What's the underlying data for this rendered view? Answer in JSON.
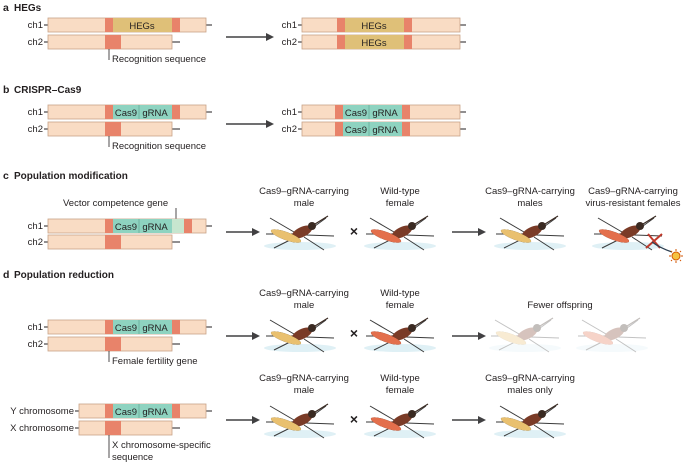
{
  "colors": {
    "chromosome": "#f9dcc4",
    "chromosome_stroke": "#c8a388",
    "recognition": "#e8836a",
    "hegs": "#dfc078",
    "cas9": "#8ed3c0",
    "arrow": "#414042",
    "wing_carrier": "#e9c06f",
    "wing_wildtype": "#e36f4c"
  },
  "panels": {
    "a": {
      "letter": "a",
      "title": "HEGs",
      "ch1": "ch1",
      "ch2": "ch2",
      "insert": "HEGs",
      "note": "Recognition sequence"
    },
    "b": {
      "letter": "b",
      "title": "CRISPR–Cas9",
      "ch1": "ch1",
      "ch2": "ch2",
      "cas9": "Cas9",
      "grna": "gRNA",
      "note": "Recognition sequence"
    },
    "c": {
      "letter": "c",
      "title": "Population modification",
      "ch1": "ch1",
      "ch2": "ch2",
      "cas9": "Cas9",
      "grna": "gRNA",
      "note": "Vector competence gene",
      "male_line1": "Cas9–gRNA-carrying",
      "male_line2": "male",
      "female_line1": "Wild-type",
      "female_line2": "female",
      "cross": "×",
      "result1_line1": "Cas9–gRNA-carrying",
      "result1_line2": "males",
      "result2_line1": "Cas9–gRNA-carrying",
      "result2_line2": "virus-resistant females"
    },
    "d": {
      "letter": "d",
      "title": "Population reduction",
      "ch1": "ch1",
      "ch2": "ch2",
      "cas9": "Cas9",
      "grna": "gRNA",
      "note": "Female fertility gene",
      "male_line1": "Cas9–gRNA-carrying",
      "male_line2": "male",
      "female_line1": "Wild-type",
      "female_line2": "female",
      "cross": "×",
      "result": "Fewer offspring",
      "y_label": "Y chromosome",
      "x_label": "X chromosome",
      "note2_line1": "X chromosome-specific",
      "note2_line2": "sequence",
      "male2_line1": "Cas9–gRNA-carrying",
      "male2_line2": "male",
      "female2_line1": "Wild-type",
      "female2_line2": "female",
      "cross2": "×",
      "result2_line1": "Cas9–gRNA-carrying",
      "result2_line2": "males only"
    }
  }
}
